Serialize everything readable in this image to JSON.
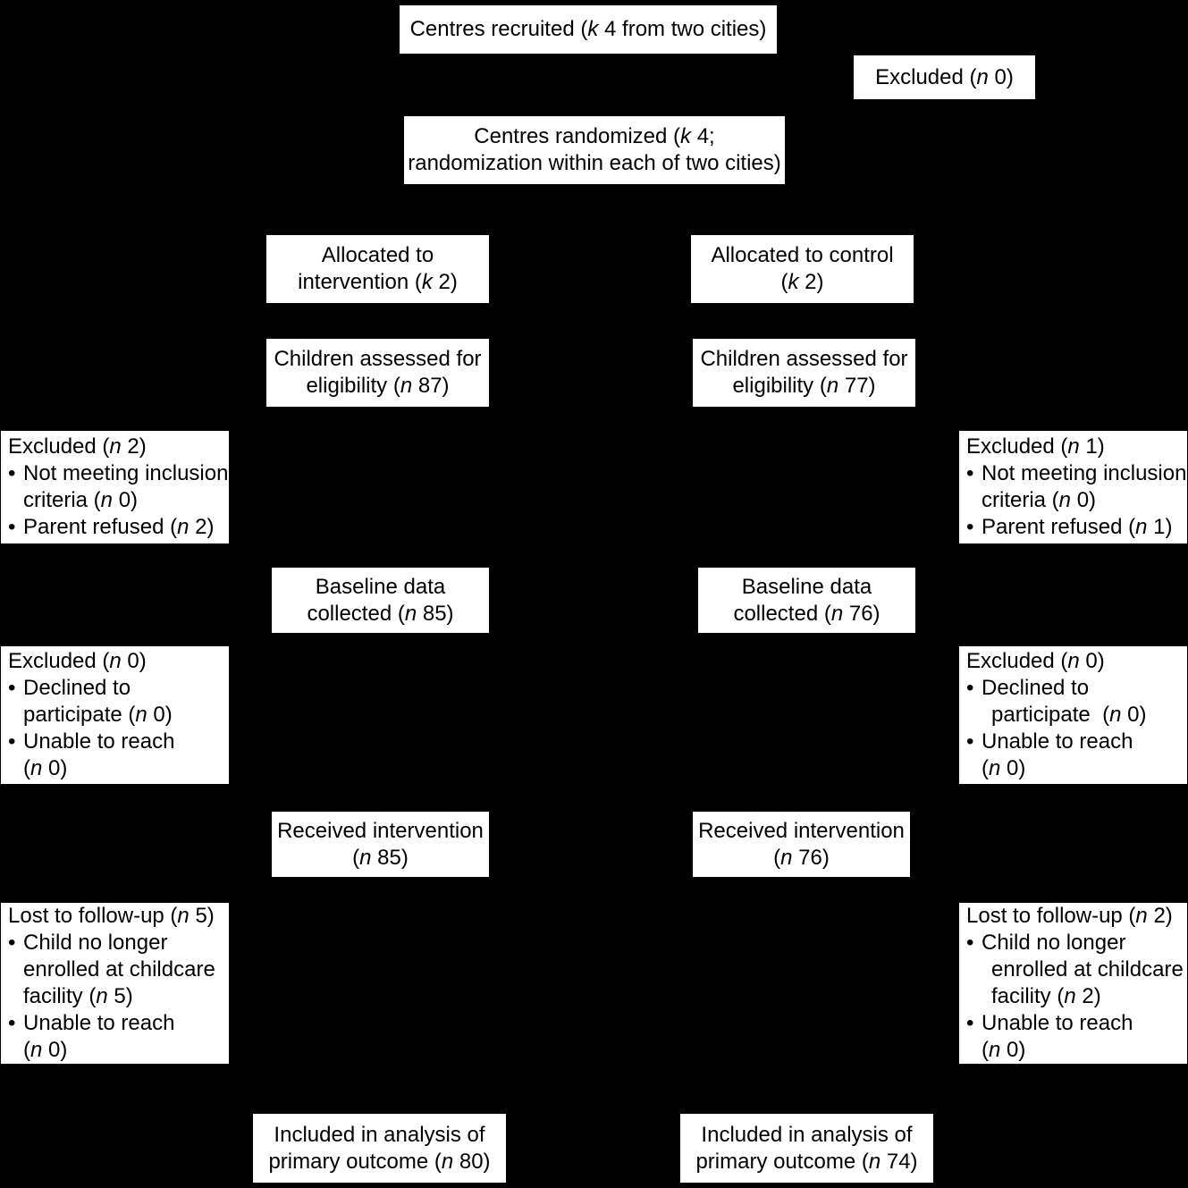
{
  "diagram": {
    "type": "consort-flow-diagram",
    "background_color": "#000000",
    "box_fill_color": "#ffffff",
    "text_color": "#000000",
    "nodes": {
      "centres_recruited": {
        "lines": [
          "Centres recruited (k 4 from two cities)"
        ]
      },
      "excluded_centres": {
        "lines": [
          "Excluded (n 0)"
        ]
      },
      "centres_randomized": {
        "lines": [
          "Centres randomized (k 4;",
          "randomization within each of two cities)"
        ]
      },
      "allocated_intervention": {
        "lines": [
          "Allocated to",
          "intervention (k 2)"
        ]
      },
      "allocated_control": {
        "lines": [
          "Allocated to control",
          "(k 2)"
        ]
      },
      "assessed_intervention": {
        "lines": [
          "Children assessed for",
          "eligibility (n 87)"
        ]
      },
      "assessed_control": {
        "lines": [
          "Children assessed for",
          "eligibility (n 77)"
        ]
      },
      "excluded_eligibility_left": {
        "heading": "Excluded (n 2)",
        "bullets": [
          {
            "parts": [
              "Not meeting inclusion",
              "criteria (n 0)"
            ]
          },
          {
            "parts": [
              "Parent refused (n 2)"
            ]
          }
        ]
      },
      "excluded_eligibility_right": {
        "heading": "Excluded (n 1)",
        "bullets": [
          {
            "parts": [
              "Not meeting inclusion",
              "criteria (n 0)"
            ]
          },
          {
            "parts": [
              "Parent refused (n 1)"
            ]
          }
        ]
      },
      "baseline_intervention": {
        "lines": [
          "Baseline data",
          "collected (n 85)"
        ]
      },
      "baseline_control": {
        "lines": [
          "Baseline data",
          "collected (n 76)"
        ]
      },
      "excluded_baseline_left": {
        "heading": "Excluded (n 0)",
        "bullets": [
          {
            "parts": [
              "Declined to",
              "participate (n 0)"
            ]
          },
          {
            "parts": [
              "Unable to reach",
              "(n 0)"
            ]
          }
        ]
      },
      "excluded_baseline_right": {
        "heading": "Excluded (n 0)",
        "bullets": [
          {
            "parts": [
              "Declined to",
              "participate  (n 0)"
            ]
          },
          {
            "parts": [
              "Unable to reach",
              "(n 0)"
            ]
          }
        ]
      },
      "received_intervention": {
        "lines": [
          "Received intervention",
          "(n 85)"
        ]
      },
      "received_control": {
        "lines": [
          "Received intervention",
          "(n 76)"
        ]
      },
      "lost_followup_left": {
        "heading": "Lost to follow-up (n 5)",
        "bullets": [
          {
            "parts": [
              "Child no longer",
              "enrolled at childcare",
              "facility (n 5)"
            ]
          },
          {
            "parts": [
              "Unable to reach",
              "(n 0)"
            ]
          }
        ]
      },
      "lost_followup_right": {
        "heading": "Lost to follow-up (n 2)",
        "bullets": [
          {
            "parts": [
              "Child no longer",
              "enrolled at childcare",
              "facility (n 2)"
            ]
          },
          {
            "parts": [
              "Unable to reach",
              "(n 0)"
            ]
          }
        ]
      },
      "analysis_intervention": {
        "lines": [
          "Included in analysis of",
          "primary outcome (n 80)"
        ]
      },
      "analysis_control": {
        "lines": [
          "Included in analysis of",
          "primary outcome (n 74)"
        ]
      }
    }
  }
}
